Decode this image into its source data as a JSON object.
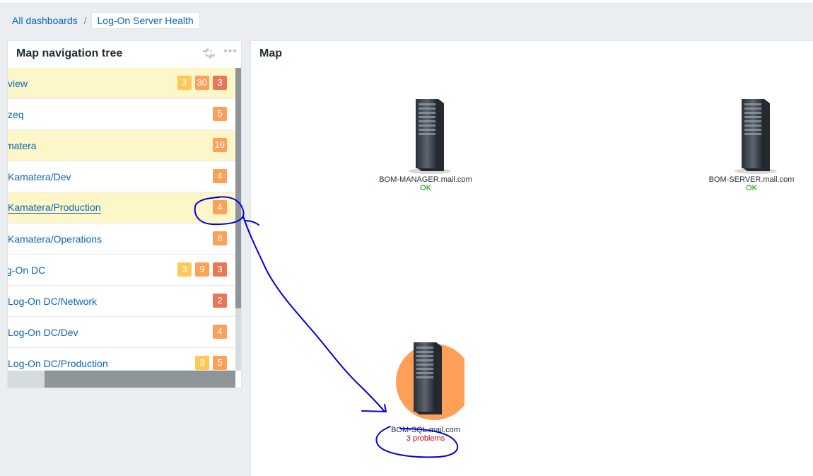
{
  "breadcrumb": {
    "root": "All dashboards",
    "separator": "/",
    "current": "Log-On Server Health"
  },
  "tree_widget": {
    "title": "Map navigation tree",
    "settings_icon": "gear-icon",
    "menu_icon": "more-icon",
    "items": [
      {
        "label": "view",
        "highlighted": true,
        "badges": [
          {
            "value": "3",
            "severity": "warning"
          },
          {
            "value": "30",
            "severity": "average"
          },
          {
            "value": "3",
            "severity": "high"
          }
        ]
      },
      {
        "label": "zeq",
        "highlighted": false,
        "badges": [
          {
            "value": "5",
            "severity": "average"
          }
        ]
      },
      {
        "label": "matera",
        "highlighted": true,
        "badges": [
          {
            "value": "16",
            "severity": "average"
          }
        ]
      },
      {
        "label": "Kamatera/Dev",
        "highlighted": false,
        "badges": [
          {
            "value": "4",
            "severity": "average"
          }
        ]
      },
      {
        "label": "Kamatera/Production",
        "highlighted": true,
        "badges": [
          {
            "value": "4",
            "severity": "average"
          }
        ]
      },
      {
        "label": "Kamatera/Operations",
        "highlighted": false,
        "badges": [
          {
            "value": "8",
            "severity": "average"
          }
        ]
      },
      {
        "label": "g-On DC",
        "highlighted": false,
        "badges": [
          {
            "value": "3",
            "severity": "warning"
          },
          {
            "value": "9",
            "severity": "average"
          },
          {
            "value": "3",
            "severity": "high"
          }
        ]
      },
      {
        "label": "Log-On DC/Network",
        "highlighted": false,
        "badges": [
          {
            "value": "2",
            "severity": "high"
          }
        ]
      },
      {
        "label": "Log-On DC/Dev",
        "highlighted": false,
        "badges": [
          {
            "value": "4",
            "severity": "average"
          }
        ]
      },
      {
        "label": "Log-On DC/Production",
        "highlighted": false,
        "badges": [
          {
            "value": "3",
            "severity": "warning"
          },
          {
            "value": "5",
            "severity": "average"
          }
        ]
      }
    ]
  },
  "map_widget": {
    "title": "Map",
    "hosts": [
      {
        "name": "BOM-MANAGER.mail.com",
        "status": "OK",
        "state": "ok"
      },
      {
        "name": "BOM-SERVER.mail.com",
        "status": "OK",
        "state": "ok"
      },
      {
        "name": "BOM-SQL.mail.com",
        "status": "3 problems",
        "state": "problem"
      }
    ]
  },
  "colors": {
    "link": "#0a66b3",
    "warning": "#ffc859",
    "average": "#ffa059",
    "high": "#e97659",
    "ok": "#009900",
    "problem": "#cc0000",
    "annotation": "#0000dd"
  }
}
